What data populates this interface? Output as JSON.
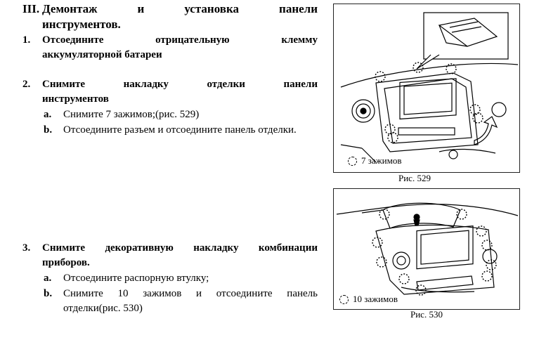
{
  "section": {
    "number": "III.",
    "title_line1": "Демонтаж и установка панели",
    "title_line2": "инструментов."
  },
  "steps": [
    {
      "number": "1.",
      "line1": "Отсоедините отрицательную клемму",
      "line2": "аккумуляторной батареи",
      "subs": []
    },
    {
      "number": "2.",
      "line1": "Снимите накладку отделки панели",
      "line2": "инструментов",
      "subs": [
        {
          "letter": "a.",
          "text": "Снимите 7 зажимов;(рис. 529)"
        },
        {
          "letter": "b.",
          "text": "Отсоедините разъем и отсоедините панель отделки."
        }
      ]
    },
    {
      "number": "3.",
      "line1": "Снимите декоративную накладку комбинации",
      "line2": "приборов.",
      "subs": [
        {
          "letter": "a.",
          "text": "Отсоедините распорную втулку;"
        },
        {
          "letter": "b.",
          "text": "Снимите 10 зажимов и отсоедините панель отделки(рис. 530)"
        }
      ]
    }
  ],
  "figures": [
    {
      "legend": "7 зажимов",
      "caption": "Рис. 529"
    },
    {
      "legend": "10 зажимов",
      "caption": "Рис. 530"
    }
  ]
}
